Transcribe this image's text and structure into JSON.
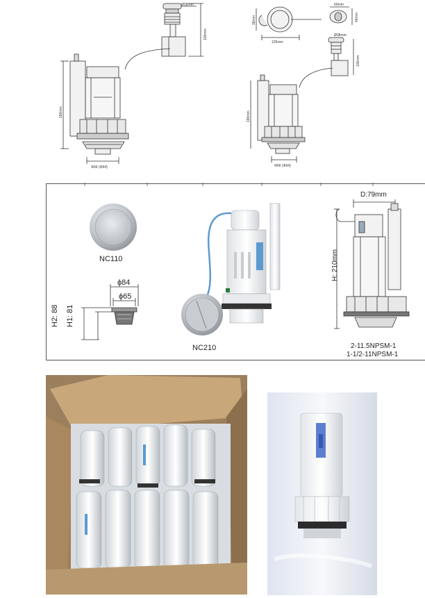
{
  "drawings": {
    "left": {
      "button_dia": "Ø38mm",
      "button_height": "100mm",
      "valve_height": "190mm",
      "base_dia": "Φ66 (Φ64)"
    },
    "right": {
      "float_width": "60mm",
      "float_left_height": "38mm",
      "float_right_height": "40mm",
      "cable_length": "125mm",
      "button_dia": "Ø38mm",
      "button_height": "100mm",
      "valve_height": "190mm",
      "base_dia": "Φ66 (Φ64)"
    }
  },
  "product": {
    "button_nc110": "NC110",
    "button_nc210": "NC210",
    "dia_outer": "ϕ84",
    "dia_inner": "ϕ65",
    "h2": "H2: 88",
    "h1": "H1: 81",
    "depth": "D:79mm",
    "height": "H: 210mm",
    "thread_1": "2-11.5NPSM-1",
    "thread_2": "1-1/2-11NPSM-1"
  },
  "colors": {
    "line": "#333333",
    "chrome": "#b8bcc2",
    "plastic": "#eef0f2",
    "cardboard": "#b08a5c",
    "blue_cable": "#5c9ad0"
  }
}
